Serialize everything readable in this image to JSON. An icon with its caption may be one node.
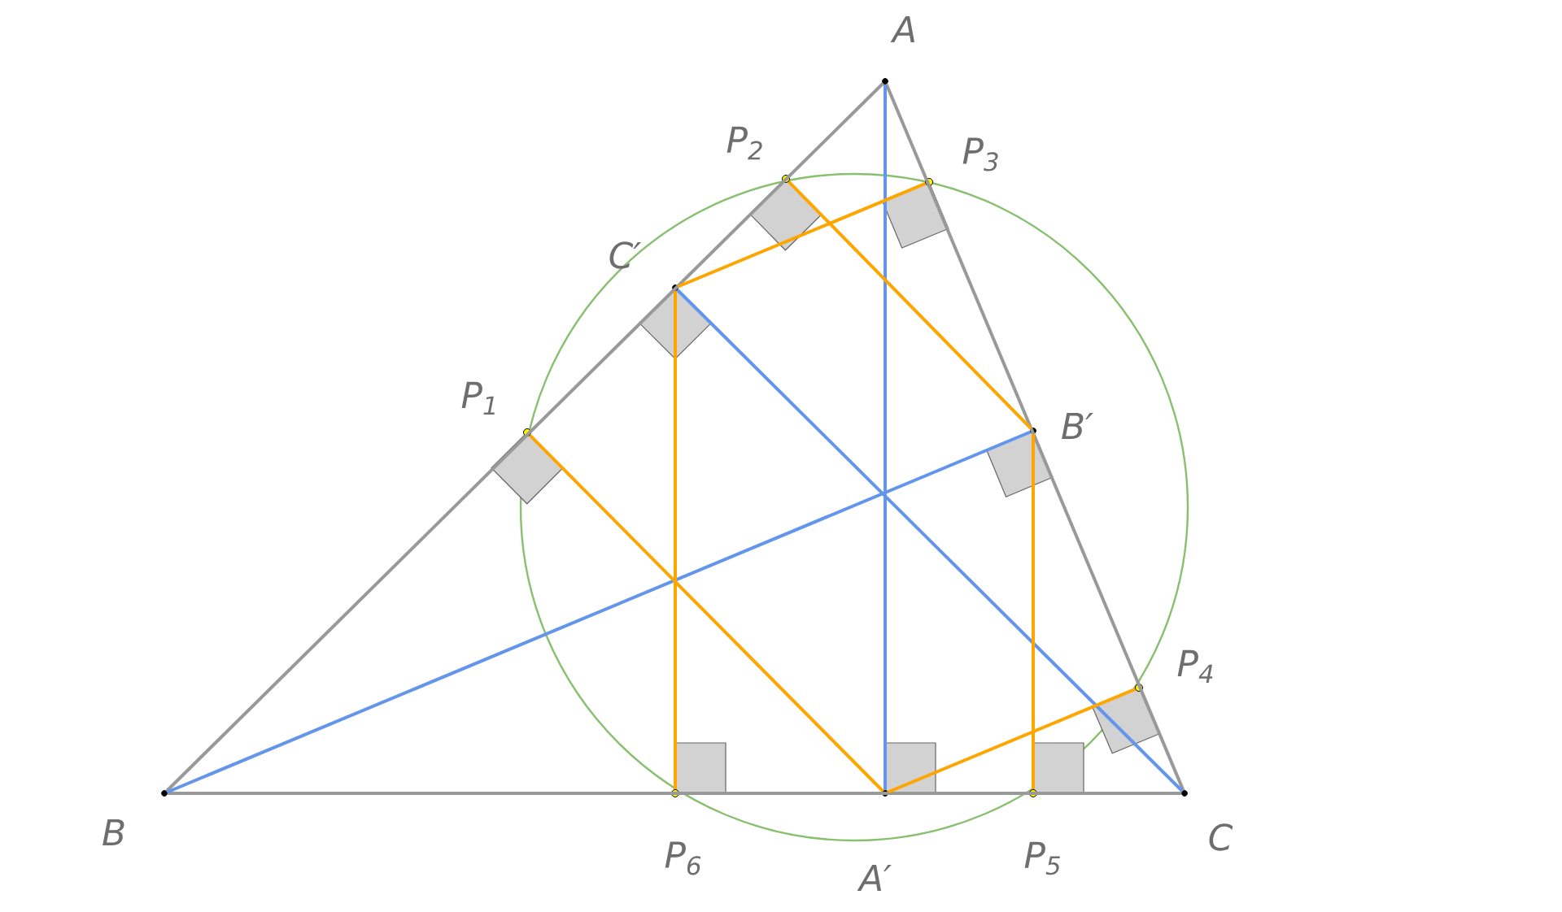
{
  "diagram": {
    "nodes": [
      {
        "text": [
          "A"
        ]
      },
      {
        "text": [
          "B"
        ]
      },
      {
        "text": [
          "C"
        ]
      },
      {
        "text": [
          "A′"
        ]
      },
      {
        "text": [
          "B′"
        ]
      },
      {
        "text": [
          "C′"
        ]
      },
      {
        "text": [
          "P$_{1}$"
        ]
      },
      {
        "text": [
          "P$_{2}$"
        ]
      },
      {
        "text": [
          "P$_{3}$"
        ]
      },
      {
        "text": [
          "P$_{4}$"
        ]
      },
      {
        "text": [
          "P$_{5}$"
        ]
      },
      {
        "text": [
          "P$_{6}$"
        ]
      }
    ],
    "edges": [
      {
        "from": 1,
        "to": 0,
        "arrow": "none",
        "color": "#999999"
      },
      {
        "from": 0,
        "to": 2,
        "arrow": "none",
        "color": "#999999"
      },
      {
        "from": 1,
        "to": 2,
        "arrow": "none",
        "color": "#999999"
      },
      {
        "from": 0,
        "to": 3,
        "arrow": "none",
        "color": "#6495ed"
      },
      {
        "from": 1,
        "to": 4,
        "arrow": "none",
        "color": "#6495ed"
      },
      {
        "from": 5,
        "to": 2,
        "arrow": "none",
        "color": "#6495ed"
      },
      {
        "from": 6,
        "to": 3,
        "arrow": "none"
      },
      {
        "from": 3,
        "to": 9,
        "arrow": "none"
      },
      {
        "from": 5,
        "to": 8,
        "arrow": "none"
      },
      {
        "from": 5,
        "to": 11,
        "arrow": "none"
      },
      {
        "from": 7,
        "to": 4,
        "arrow": "none"
      },
      {
        "from": 4,
        "to": 10,
        "arrow": "none"
      }
    ]
  }
}
